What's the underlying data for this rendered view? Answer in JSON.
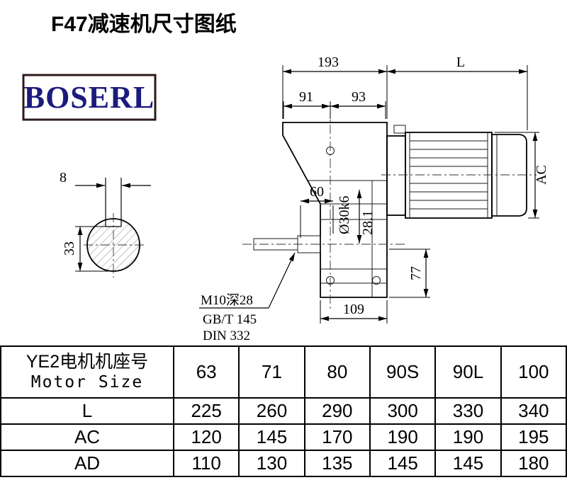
{
  "title": "F47减速机尺寸图纸",
  "logo": {
    "text": "BOSERL",
    "color": "#1b1b7e",
    "border_color": "#2e1a1a"
  },
  "drawing": {
    "labels": {
      "dim193": "193",
      "dimL": "L",
      "dim91": "91",
      "dim93": "93",
      "dim60": "60",
      "dim8": "8",
      "dim33": "33",
      "shaft_dia": "Ø30k6",
      "dim28_1": "28.1",
      "dim77": "77",
      "dimAC": "AC",
      "dim109": "109",
      "note_tap": "M10深28",
      "note_gbt": "GB/T 145",
      "note_din": "DIN 332"
    }
  },
  "table": {
    "header_cn": "YE2电机机座号",
    "header_en": "Motor Size",
    "sizes": [
      "63",
      "71",
      "80",
      "90S",
      "90L",
      "100"
    ],
    "rows": [
      {
        "label": "L",
        "values": [
          "225",
          "260",
          "290",
          "300",
          "330",
          "340"
        ]
      },
      {
        "label": "AC",
        "values": [
          "120",
          "145",
          "170",
          "190",
          "190",
          "195"
        ]
      },
      {
        "label": "AD",
        "values": [
          "110",
          "130",
          "135",
          "145",
          "145",
          "180"
        ]
      }
    ]
  }
}
